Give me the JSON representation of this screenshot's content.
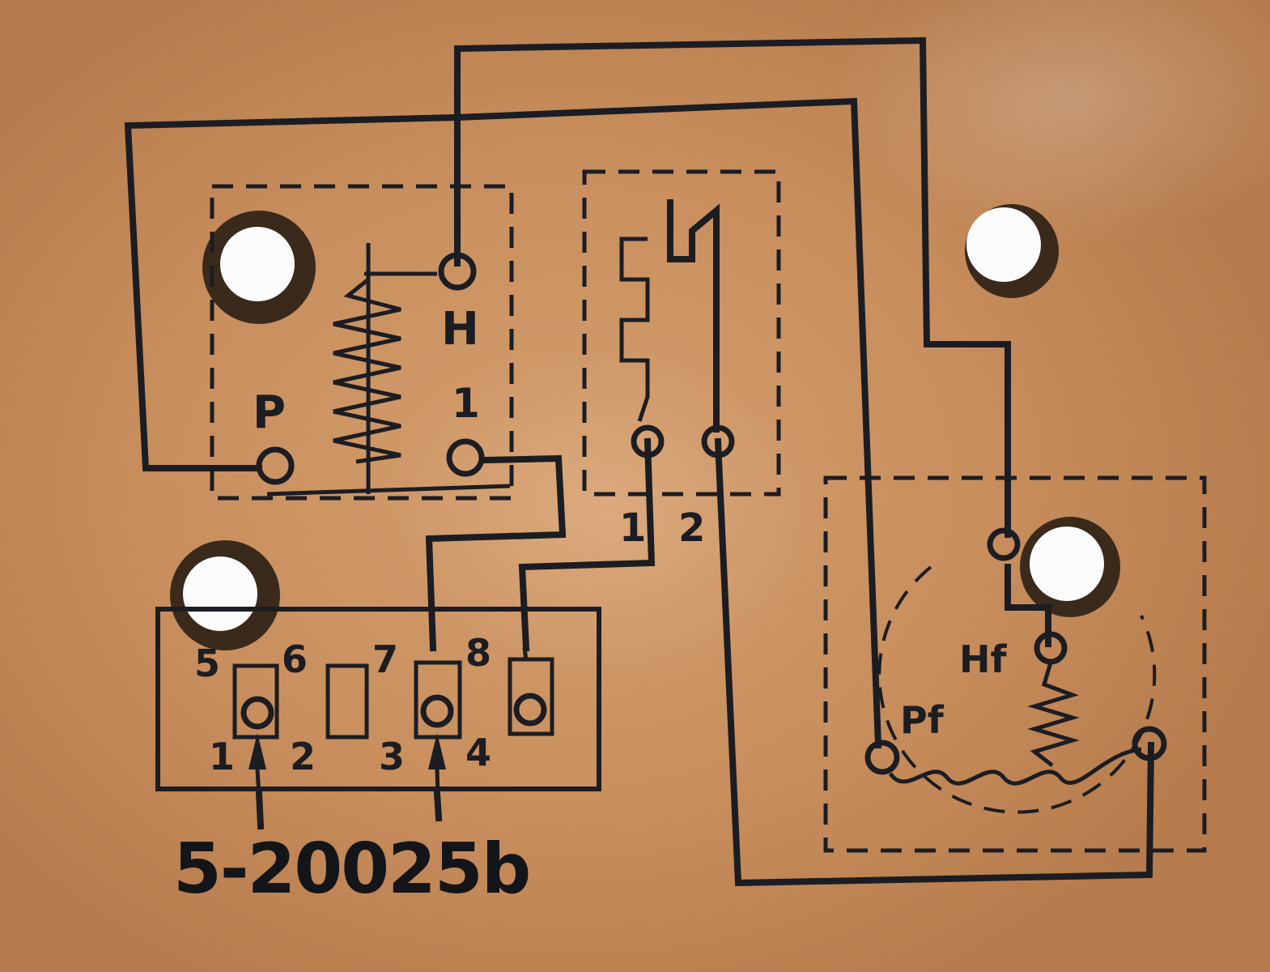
{
  "diagram": {
    "part_number": "5-20025b",
    "relay_labels": {
      "p": "P",
      "h": "H",
      "one": "1"
    },
    "switch_labels": {
      "one": "1",
      "two": "2"
    },
    "socket_pins": [
      "5",
      "6",
      "7",
      "8",
      "1",
      "2",
      "3",
      "4"
    ],
    "motor_labels": {
      "hf": "Hf",
      "pf": "Pf"
    }
  },
  "colors": {
    "ink": "#1c1d22",
    "paper": "#c98f5e",
    "hole": "#fbfbfb"
  }
}
